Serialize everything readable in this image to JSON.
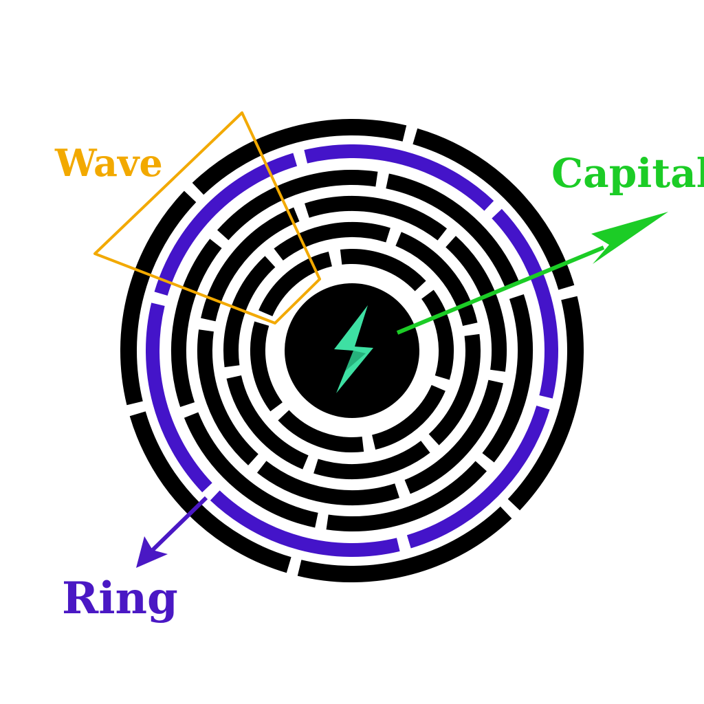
{
  "colors": {
    "background": "#ffffff",
    "ring_black": "#000000",
    "ring_accent": "#4414c9",
    "wave": "#f2a900",
    "capital": "#1ccc26",
    "ring_label": "#4a18c4",
    "bolt_light": "#3ee0a3",
    "bolt_dark": "#1c9e6b"
  },
  "labels": {
    "wave": "Wave",
    "capital": "Capital",
    "ring": "Ring"
  },
  "diagram": {
    "ring_count": 6,
    "segments_per_ring": 6,
    "accent_ring": "second from outside",
    "center_icon": "lightning-bolt-icon"
  }
}
